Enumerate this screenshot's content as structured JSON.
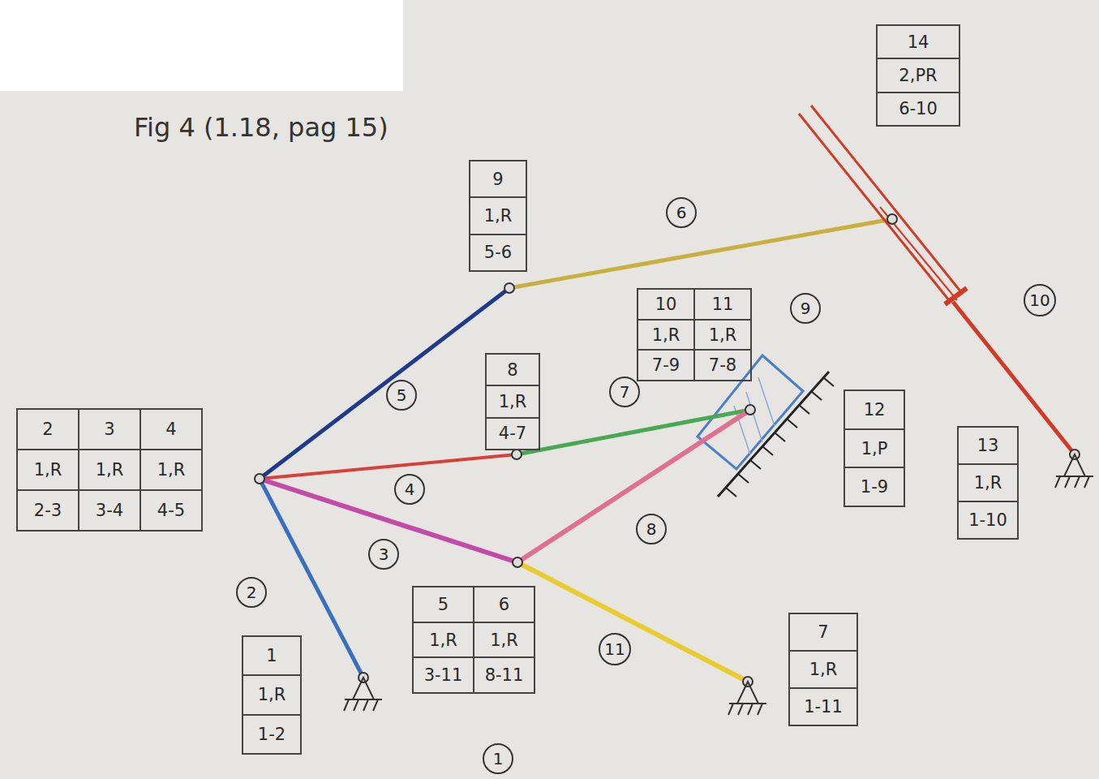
{
  "diagram": {
    "title": "Fig 4 (1.18, pag 15)",
    "nodes": [
      {
        "text": [
          "14",
          "2,PR",
          "6-10"
        ]
      },
      {
        "text": [
          "9",
          "1,R",
          "5-6"
        ]
      },
      {
        "text": [
          "10",
          "1,R",
          "7-9"
        ]
      },
      {
        "text": [
          "11",
          "1,R",
          "7-8"
        ]
      },
      {
        "text": [
          "8",
          "1,R",
          "4-7"
        ]
      },
      {
        "text": [
          "2",
          "1,R",
          "2-3"
        ]
      },
      {
        "text": [
          "3",
          "1,R",
          "3-4"
        ]
      },
      {
        "text": [
          "4",
          "1,R",
          "4-5"
        ]
      },
      {
        "text": [
          "12",
          "1,P",
          "1-9"
        ]
      },
      {
        "text": [
          "13",
          "1,R",
          "1-10"
        ]
      },
      {
        "text": [
          "5",
          "1,R",
          "3-11"
        ]
      },
      {
        "text": [
          "6",
          "1,R",
          "8-11"
        ]
      },
      {
        "text": [
          "7",
          "1,R",
          "1-11"
        ]
      },
      {
        "text": [
          "1",
          "1,R",
          "1-2"
        ]
      }
    ],
    "labels": [
      "6",
      "9",
      "10",
      "7",
      "5",
      "4",
      "8",
      "3",
      "2",
      "11",
      "1"
    ]
  }
}
